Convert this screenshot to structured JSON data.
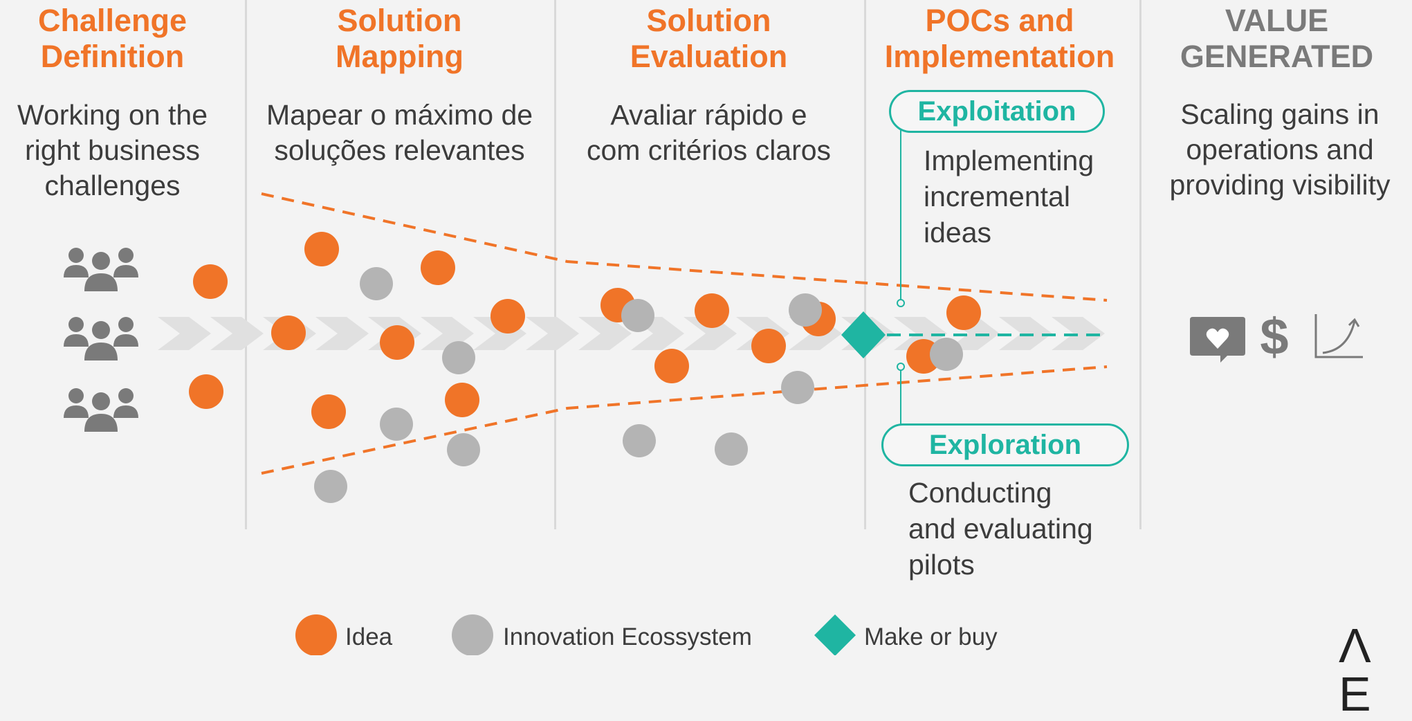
{
  "columns": [
    {
      "title": "Challenge\nDefinition",
      "description": "Working on the\nright business\nchallenges"
    },
    {
      "title": "Solution\nMapping",
      "description": "Mapear o máximo de\nsoluções relevantes"
    },
    {
      "title": "Solution\nEvaluation",
      "description": "Avaliar rápido e\ncom critérios claros"
    },
    {
      "title": "POCs and\nImplementation",
      "description": ""
    },
    {
      "title": "VALUE\nGENERATED",
      "description": "Scaling gains in\noperations and\nproviding visibility"
    }
  ],
  "exploitation": {
    "label": "Exploitation",
    "text": "Implementing\nincremental\nideas"
  },
  "exploration": {
    "label": "Exploration",
    "text": "Conducting\nand evaluating\npilots"
  },
  "legend": [
    {
      "label": "Idea",
      "color": "#f07428"
    },
    {
      "label": "Innovation Ecossystem",
      "color": "#b4b4b4"
    },
    {
      "label": "Make or buy",
      "color": "#1fb5a2"
    }
  ],
  "value_icons": [
    "feedback-heart-icon",
    "dollar-icon",
    "growth-chart-icon"
  ],
  "value_dollar": "$",
  "logo_text": "Λ E",
  "colors": {
    "idea": "#f07428",
    "ecosystem": "#b4b4b4",
    "decision": "#1fb5a2",
    "icon_gray": "#7a7a7a"
  }
}
